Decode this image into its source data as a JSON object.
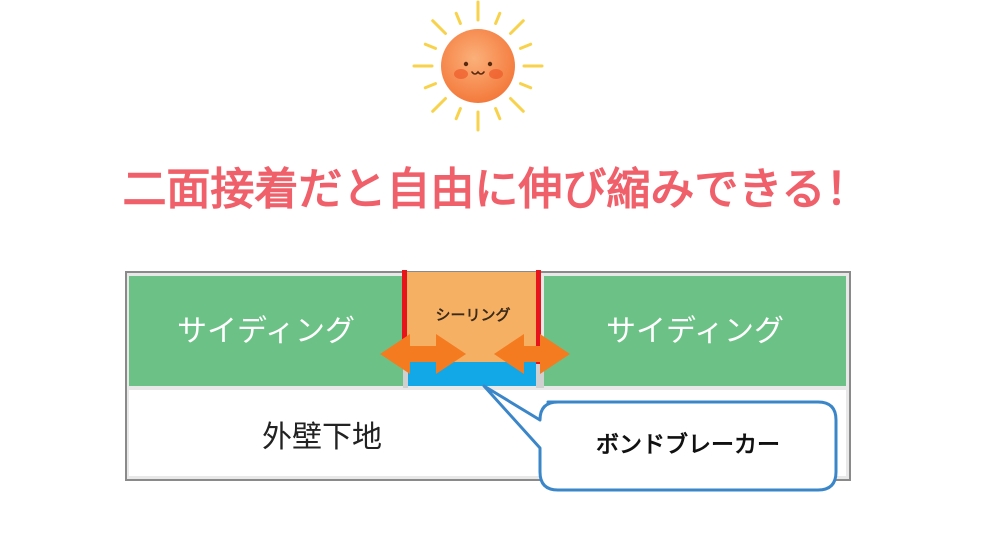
{
  "headline": "二面接着だと自由に伸び縮みできる！",
  "labels": {
    "siding_left": "サイディング",
    "siding_right": "サイディング",
    "sealing": "シーリング",
    "substrate": "外壁下地",
    "bond_breaker": "ボンドブレーカー"
  },
  "icons": {
    "sun": "sun-icon",
    "arrows": "double-arrow-icon"
  },
  "colors": {
    "headline": "#f0606a",
    "siding": "#6cc286",
    "sealing": "#f5b064",
    "bond_breaker": "#12a8e8",
    "adhesion_edge": "#e8141c",
    "arrow": "#f47b20",
    "callout_border": "#3a86c8",
    "frame": "#8a8a8a",
    "sun_face": "#f6894a",
    "sun_rays": "#f8d24a"
  }
}
